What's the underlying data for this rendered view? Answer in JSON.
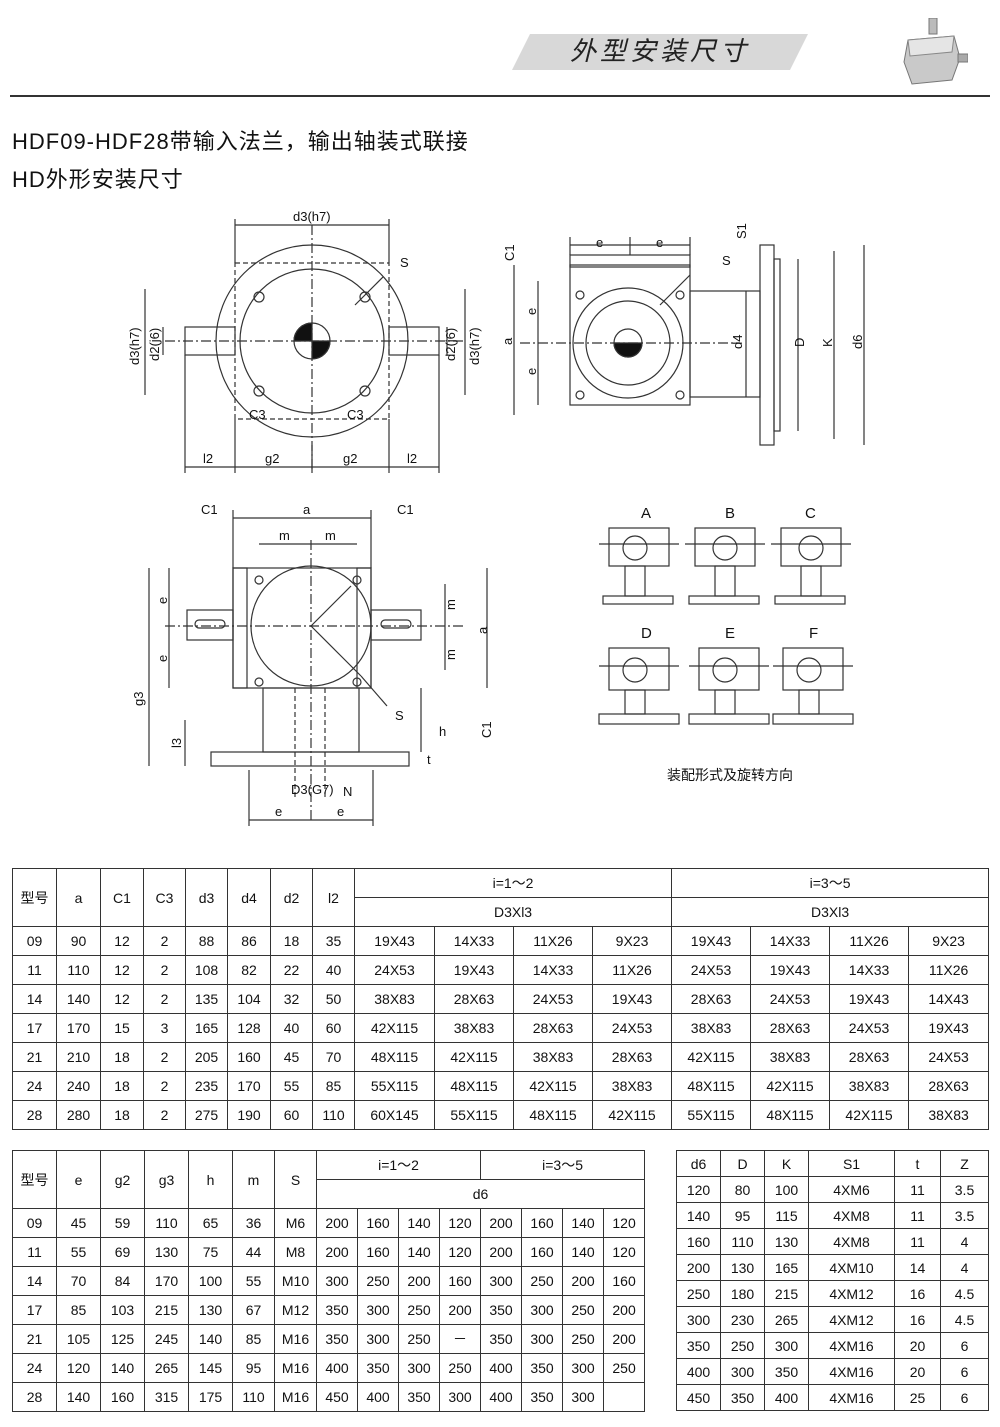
{
  "header": {
    "banner": "外型安装尺寸",
    "title_line1": "HDF09-HDF28带输入法兰，输出轴装式联接",
    "title_line2": "HD外形安装尺寸"
  },
  "drawing_labels": {
    "front": [
      "d3(h7)",
      "S",
      "d3(h7)",
      "d2(j6)",
      "d2(j6)",
      "d3(h7)",
      "C3",
      "C3",
      "l2",
      "g2",
      "g2",
      "l2"
    ],
    "side": [
      "e",
      "e",
      "S1",
      "C1",
      "S",
      "a",
      "e",
      "e",
      "d4",
      "D",
      "K",
      "d6"
    ],
    "top": [
      "C1",
      "a",
      "C1",
      "m",
      "m",
      "e",
      "e",
      "m",
      "m",
      "a",
      "g3",
      "S",
      "l3",
      "h",
      "C1",
      "t",
      "D3(G7)",
      "N",
      "e",
      "e"
    ],
    "assembly": [
      "A",
      "B",
      "C",
      "D",
      "E",
      "F"
    ]
  },
  "assembly_caption": "装配形式及旋转方向",
  "table1": {
    "h_model": "型号",
    "h_cols": [
      "a",
      "C1",
      "C3",
      "d3",
      "d4",
      "d2",
      "l2"
    ],
    "h_group1": "i=1～2",
    "h_group2": "i=3～5",
    "h_sub": "D3Xl3",
    "rows": [
      [
        "09",
        "90",
        "12",
        "2",
        "88",
        "86",
        "18",
        "35",
        "19X43",
        "14X33",
        "11X26",
        "9X23",
        "19X43",
        "14X33",
        "11X26",
        "9X23"
      ],
      [
        "11",
        "110",
        "12",
        "2",
        "108",
        "82",
        "22",
        "40",
        "24X53",
        "19X43",
        "14X33",
        "11X26",
        "24X53",
        "19X43",
        "14X33",
        "11X26"
      ],
      [
        "14",
        "140",
        "12",
        "2",
        "135",
        "104",
        "32",
        "50",
        "38X83",
        "28X63",
        "24X53",
        "19X43",
        "28X63",
        "24X53",
        "19X43",
        "14X43"
      ],
      [
        "17",
        "170",
        "15",
        "3",
        "165",
        "128",
        "40",
        "60",
        "42X115",
        "38X83",
        "28X63",
        "24X53",
        "38X83",
        "28X63",
        "24X53",
        "19X43"
      ],
      [
        "21",
        "210",
        "18",
        "2",
        "205",
        "160",
        "45",
        "70",
        "48X115",
        "42X115",
        "38X83",
        "28X63",
        "42X115",
        "38X83",
        "28X63",
        "24X53"
      ],
      [
        "24",
        "240",
        "18",
        "2",
        "235",
        "170",
        "55",
        "85",
        "55X115",
        "48X115",
        "42X115",
        "38X83",
        "48X115",
        "42X115",
        "38X83",
        "28X63"
      ],
      [
        "28",
        "280",
        "18",
        "2",
        "275",
        "190",
        "60",
        "110",
        "60X145",
        "55X115",
        "48X115",
        "42X115",
        "55X115",
        "48X115",
        "42X115",
        "38X83"
      ]
    ]
  },
  "table2": {
    "h_model": "型号",
    "h_cols": [
      "e",
      "g2",
      "g3",
      "h",
      "m",
      "S"
    ],
    "h_group1": "i=1～2",
    "h_group2": "i=3～5",
    "h_sub": "d6",
    "rows": [
      [
        "09",
        "45",
        "59",
        "110",
        "65",
        "36",
        "M6",
        "200",
        "160",
        "140",
        "120",
        "200",
        "160",
        "140",
        "120"
      ],
      [
        "11",
        "55",
        "69",
        "130",
        "75",
        "44",
        "M8",
        "200",
        "160",
        "140",
        "120",
        "200",
        "160",
        "140",
        "120"
      ],
      [
        "14",
        "70",
        "84",
        "170",
        "100",
        "55",
        "M10",
        "300",
        "250",
        "200",
        "160",
        "300",
        "250",
        "200",
        "160"
      ],
      [
        "17",
        "85",
        "103",
        "215",
        "130",
        "67",
        "M12",
        "350",
        "300",
        "250",
        "200",
        "350",
        "300",
        "250",
        "200"
      ],
      [
        "21",
        "105",
        "125",
        "245",
        "140",
        "85",
        "M16",
        "350",
        "300",
        "250",
        "－",
        "350",
        "300",
        "250",
        "200"
      ],
      [
        "24",
        "120",
        "140",
        "265",
        "145",
        "95",
        "M16",
        "400",
        "350",
        "300",
        "250",
        "400",
        "350",
        "300",
        "250"
      ],
      [
        "28",
        "140",
        "160",
        "315",
        "175",
        "110",
        "M16",
        "450",
        "400",
        "350",
        "300",
        "400",
        "350",
        "300",
        ""
      ]
    ]
  },
  "table3": {
    "h_cols": [
      "d6",
      "D",
      "K",
      "S1",
      "t",
      "Z"
    ],
    "rows": [
      [
        "120",
        "80",
        "100",
        "4XM6",
        "11",
        "3.5"
      ],
      [
        "140",
        "95",
        "115",
        "4XM8",
        "11",
        "3.5"
      ],
      [
        "160",
        "110",
        "130",
        "4XM8",
        "11",
        "4"
      ],
      [
        "200",
        "130",
        "165",
        "4XM10",
        "14",
        "4"
      ],
      [
        "250",
        "180",
        "215",
        "4XM12",
        "16",
        "4.5"
      ],
      [
        "300",
        "230",
        "265",
        "4XM12",
        "16",
        "4.5"
      ],
      [
        "350",
        "250",
        "300",
        "4XM16",
        "20",
        "6"
      ],
      [
        "400",
        "300",
        "350",
        "4XM16",
        "20",
        "6"
      ],
      [
        "450",
        "350",
        "400",
        "4XM16",
        "25",
        "6"
      ]
    ]
  }
}
